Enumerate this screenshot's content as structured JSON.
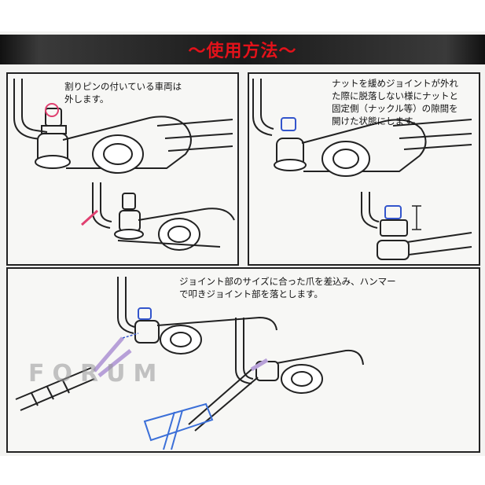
{
  "banner": {
    "title": "～使用方法～"
  },
  "steps": [
    {
      "text": "割りピンの付いている車両は\n外します。"
    },
    {
      "text": "ナットを緩めジョイントが外れ\nた際に脱落しない様にナットと\n固定側（ナックル等）の隙間を\n開けた状態にします。"
    },
    {
      "text": "ジョイント部のサイズに合った爪を差込み、ハンマー\nで叩きジョイント部を落とします。"
    }
  ],
  "watermark": "FORUM",
  "colors": {
    "banner_text": "#e3121a",
    "nut_blue": "#3355cc",
    "fork_violet": "#b7a0d8",
    "tool_blue": "#3b6fd8"
  }
}
